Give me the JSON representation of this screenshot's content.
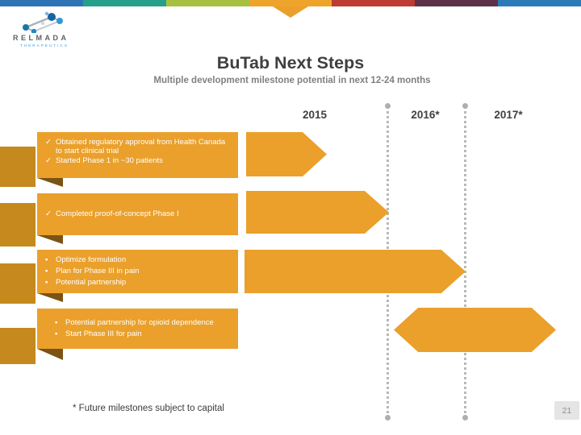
{
  "slide": {
    "title": "BuTab Next Steps",
    "subtitle": "Multiple development milestone potential in next 12-24 months",
    "footnote": "* Future milestones subject to capital",
    "page_number": "21"
  },
  "logo": {
    "name": "RELMADA",
    "tagline": "THERAPEUTICS"
  },
  "timeline": {
    "years": [
      {
        "label": "2015"
      },
      {
        "label": "2016*"
      },
      {
        "label": "2017*"
      }
    ]
  },
  "milestones": [
    {
      "bullet": "✓",
      "items": [
        "Obtained regulatory approval from Health Canada to start clinical trial",
        "Started Phase 1 in ~30 patients"
      ],
      "arrow_span": "2015"
    },
    {
      "bullet": "✓",
      "items": [
        "Completed proof-of-concept Phase I"
      ],
      "arrow_span": "2015 to 2016"
    },
    {
      "bullet": "▪",
      "items": [
        "Optimize formulation",
        "Plan for Phase III in pain",
        "Potential partnership"
      ],
      "arrow_span": "2015 to 2016"
    },
    {
      "bullet": "▪",
      "items": [
        "Potential partnership for opioid dependence",
        "Start Phase III for pain"
      ],
      "arrow_span": "2016 to 2017 double-headed"
    }
  ],
  "colors": {
    "accent_orange": "#EAA02B",
    "tab_orange": "#C5891D",
    "fold_shadow": "#7B5315",
    "title_text": "#3F3F3F",
    "subtitle_text": "#808080",
    "top_bar": [
      "#2E74B5",
      "#27A08B",
      "#A8C040",
      "#EEA32A",
      "#BE3B33",
      "#5E3148",
      "#2B7BB9"
    ]
  }
}
